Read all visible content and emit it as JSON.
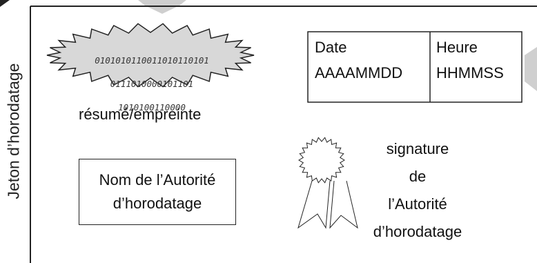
{
  "token_label": "Jeton d’horodatage",
  "digest": {
    "lines": [
      "0101010110011010110101",
      "0111010000101101",
      "1010100110000"
    ],
    "caption": "résumé/empreinte"
  },
  "timestamp": {
    "date_header": "Date",
    "date_value": "AAAAMMDD",
    "time_header": "Heure",
    "time_value": "HHMMSS"
  },
  "authority_name": {
    "line1": "Nom de l’Autorité",
    "line2": "d’horodatage"
  },
  "signature": {
    "line1": "signature",
    "line2": "de",
    "line3": "l’Autorité",
    "line4": "d’horodatage"
  },
  "colors": {
    "cloud_fill": "#d8d8d8",
    "arrow_fill": "#cfcfcf",
    "stroke": "#222222"
  }
}
